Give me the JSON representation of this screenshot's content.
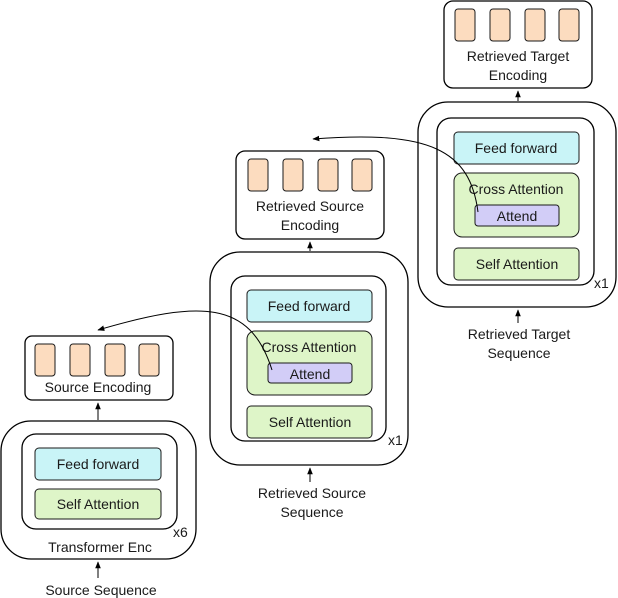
{
  "colors": {
    "token_fill": "#fcdcbf",
    "feed_forward_fill": "#c9f4f7",
    "attention_fill": "#def5c8",
    "attend_fill": "#d2cdf7"
  },
  "encoder": {
    "input_label": "Source Sequence",
    "block_label": "Transformer Enc",
    "repeat": "x6",
    "feed_forward": "Feed forward",
    "self_attention": "Self Attention",
    "output_label": "Source Encoding"
  },
  "source_retrieval": {
    "input_label_line1": "Retrieved Source",
    "input_label_line2": "Sequence",
    "repeat": "x1",
    "feed_forward": "Feed forward",
    "cross_attention": "Cross Attention",
    "attend": "Attend",
    "self_attention": "Self Attention",
    "output_label_line1": "Retrieved Source",
    "output_label_line2": "Encoding"
  },
  "target_retrieval": {
    "input_label_line1": "Retrieved Target",
    "input_label_line2": "Sequence",
    "repeat": "x1",
    "feed_forward": "Feed forward",
    "cross_attention": "Cross Attention",
    "attend": "Attend",
    "self_attention": "Self Attention",
    "output_label_line1": "Retrieved Target",
    "output_label_line2": "Encoding"
  }
}
